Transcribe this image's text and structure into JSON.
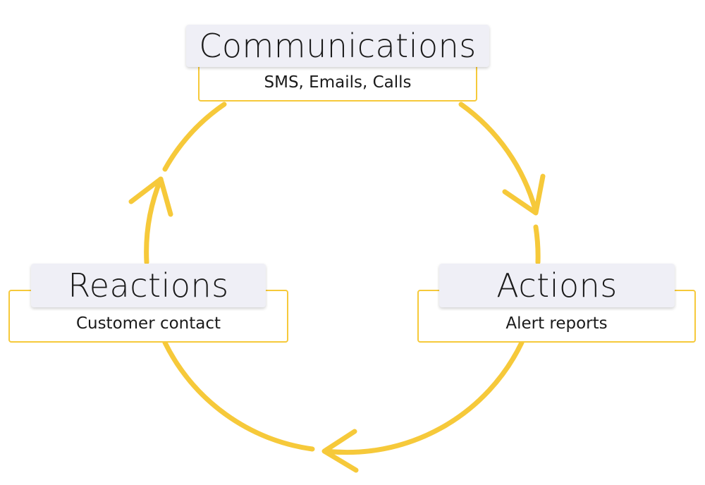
{
  "diagram": {
    "accent_color": "#f6c93a",
    "title_fill": "#efeff6",
    "flow_direction": "clockwise",
    "nodes": [
      {
        "id": "communications",
        "title": "Communications",
        "subtitle": "SMS, Emails, Calls"
      },
      {
        "id": "actions",
        "title": "Actions",
        "subtitle": "Alert reports"
      },
      {
        "id": "reactions",
        "title": "Reactions",
        "subtitle": "Customer contact"
      }
    ],
    "edges": [
      {
        "from": "communications",
        "to": "actions"
      },
      {
        "from": "actions",
        "to": "reactions"
      },
      {
        "from": "reactions",
        "to": "communications"
      }
    ]
  }
}
